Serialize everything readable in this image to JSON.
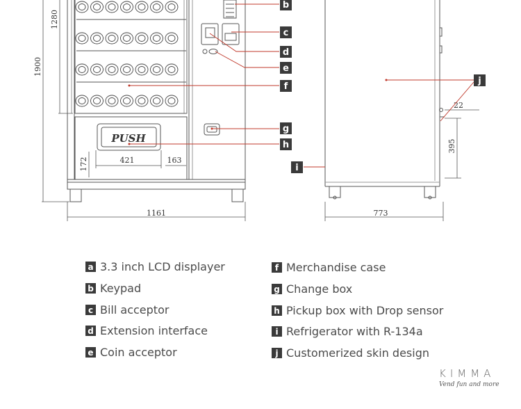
{
  "dimensions": {
    "height_1900": "1900",
    "height_1280": "1280",
    "width_1161": "1161",
    "pickup_421": "421",
    "pickup_163": "163",
    "pickup_172": "172",
    "side_773": "773",
    "side_22": "22",
    "side_395": "395"
  },
  "push_text": "PUSH",
  "callouts": {
    "b": "b",
    "c": "c",
    "d": "d",
    "e": "e",
    "f": "f",
    "g": "g",
    "h": "h",
    "i": "i",
    "j": "j"
  },
  "legend_left": [
    {
      "letter": "a",
      "text": "3.3 inch LCD displayer"
    },
    {
      "letter": "b",
      "text": "Keypad"
    },
    {
      "letter": "c",
      "text": "Bill acceptor"
    },
    {
      "letter": "d",
      "text": "Extension interface"
    },
    {
      "letter": "e",
      "text": "Coin acceptor"
    }
  ],
  "legend_right": [
    {
      "letter": "f",
      "text": "Merchandise case"
    },
    {
      "letter": "g",
      "text": "Change box"
    },
    {
      "letter": "h",
      "text": "Pickup box with Drop sensor"
    },
    {
      "letter": "i",
      "text": "Refrigerator with R-134a"
    },
    {
      "letter": "j",
      "text": "Customerized skin design"
    }
  ],
  "brand": {
    "name": "KIMMA",
    "tagline": "Vend fun and more"
  },
  "colors": {
    "line": "#555555",
    "leader": "#c0392b",
    "badge": "#3a3a3a",
    "text": "#4a4a4a"
  }
}
